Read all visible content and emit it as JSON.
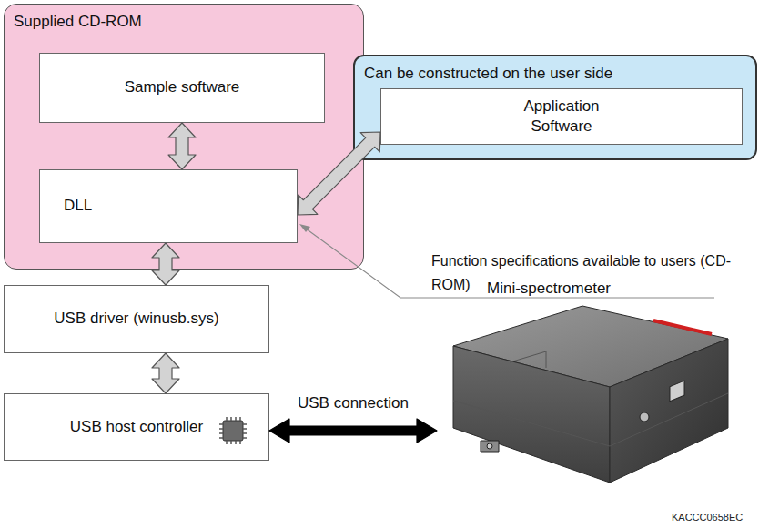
{
  "diagram": {
    "nodes": [
      {
        "text": [
          "Supplied CD-ROM"
        ]
      },
      {
        "text": [
          "Sample software"
        ],
        "in": 0
      },
      {
        "text": [
          "DLL"
        ],
        "in": 0
      },
      {
        "text": [
          "Can be constructed on the user side"
        ]
      },
      {
        "text": [
          "Application Software"
        ],
        "in": 3
      },
      {
        "text": [
          "USB driver (winusb.sys)"
        ]
      },
      {
        "text": [
          "USB host controller"
        ]
      },
      {
        "text": [
          "Mini-spectrometer"
        ]
      }
    ],
    "edges": [
      {
        "from": 1,
        "to": 2,
        "arrow": "both"
      },
      {
        "from": 2,
        "to": 4,
        "arrow": "both"
      },
      {
        "from": 2,
        "to": 5,
        "arrow": "both"
      },
      {
        "from": 5,
        "to": 6,
        "arrow": "both"
      },
      {
        "from": 6,
        "to": 7,
        "label": "USB connection",
        "arrow": "both"
      }
    ],
    "labels": [
      "Function specifications available to users (CD-ROM)",
      "KACCC0658EC"
    ]
  }
}
